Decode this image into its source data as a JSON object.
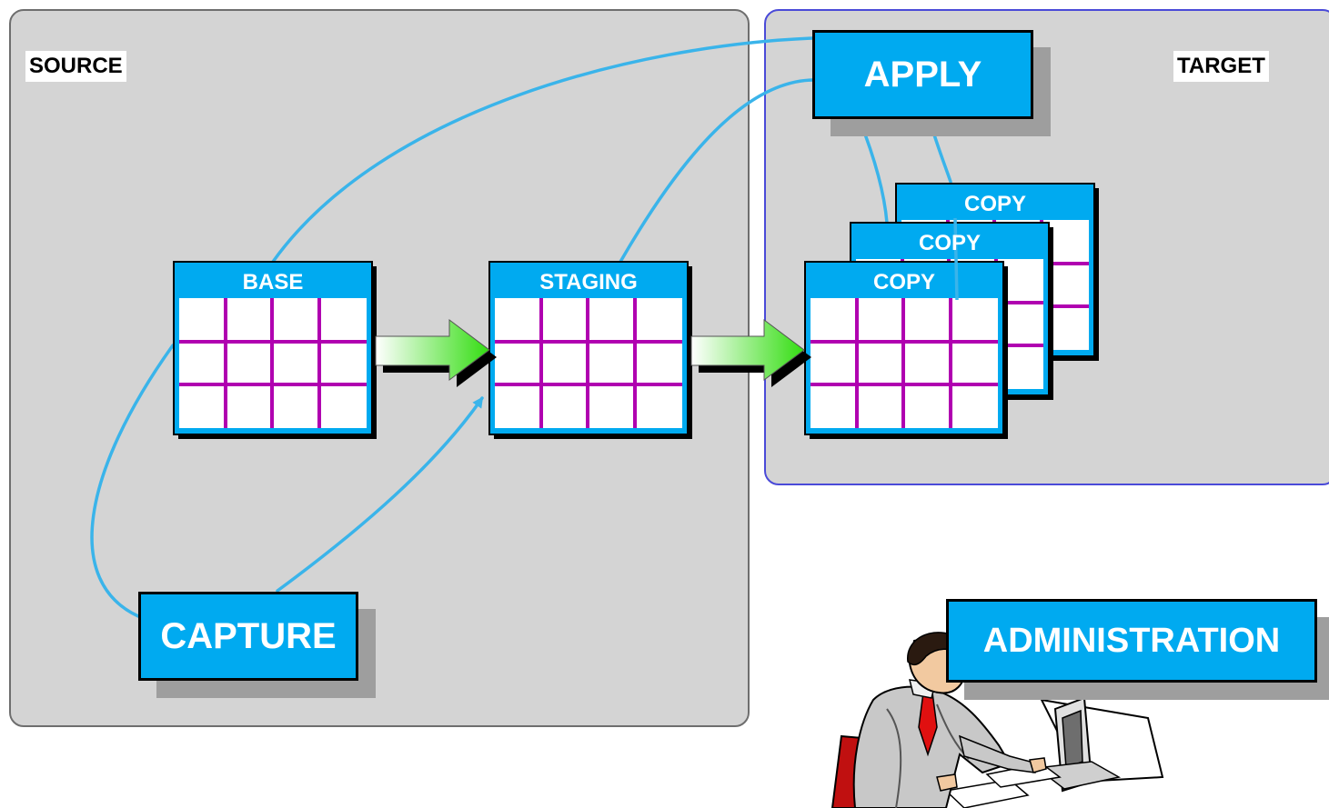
{
  "regions": {
    "source_label": "SOURCE",
    "target_label": "TARGET"
  },
  "processes": {
    "apply": "APPLY",
    "capture": "CAPTURE",
    "administration": "ADMINISTRATION"
  },
  "tables": {
    "base": "BASE",
    "staging": "STAGING",
    "copy_back": "COPY",
    "copy_middle": "COPY",
    "copy_front": "COPY"
  },
  "colors": {
    "process_fill": "#00aaf0",
    "table_header": "#00aaf0",
    "grid_lines": "#b000b0",
    "flow_lines": "#3ab4ea",
    "arrow_gradient_start": "#ffffff",
    "arrow_gradient_end": "#33dd11"
  },
  "icons": {
    "administrator": "person-at-computer-icon"
  }
}
